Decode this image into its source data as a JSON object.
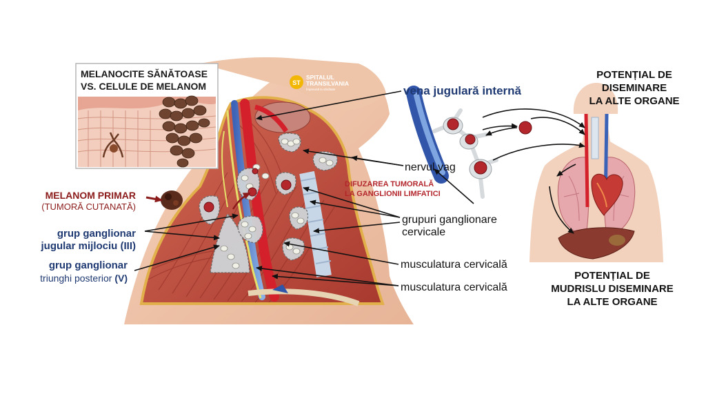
{
  "inset": {
    "title_line1": "MELANOCITE SĂNĂTOASE",
    "title_line2": "VS. CELULE DE MELANOM"
  },
  "logo": {
    "initials": "ST",
    "line1": "SPITALUL",
    "line2": "TRANSILVANIA",
    "tagline": "Împreună la sănătate"
  },
  "labels": {
    "vena_jugulara": "vena jugulară internă",
    "nervul_vag": "nervul vag",
    "difuzarea_line1": "DIFUZAREA TUMORALĂ",
    "difuzarea_line2": "LA GANGLIONII LIMFATICI",
    "grupuri_line1": "grupuri ganglionare",
    "grupuri_line2": "cervicale",
    "musculatura_1": "musculatura cervicală",
    "musculatura_2": "musculatura cervicală",
    "melanom_primar_line1": "MELANOM PRIMAR",
    "melanom_primar_line2": "(TUMORĂ CUTANATĂ)",
    "grup_jugular_line1": "grup ganglionar",
    "grup_jugular_line2": "jugular mijlociu (III)",
    "grup_triunghi_line1": "grup ganglionar",
    "grup_triunghi_line2a": "triunghi posterior ",
    "grup_triunghi_line2b": "(V)",
    "potential_top_line1": "POTENȚIAL DE",
    "potential_top_line2": "DISEMINARE",
    "potential_top_line3": "LA ALTE ORGANE",
    "potential_bottom_line1": "POTENȚIAL DE",
    "potential_bottom_line2": "MUDRISLU DISEMINARE",
    "potential_bottom_line3": "LA ALTE ORGANE"
  },
  "colors": {
    "dark_red": "#8b1a1a",
    "navy": "#1f3a72",
    "accent_red": "#b3262c",
    "logo_gold": "#f2b705"
  }
}
